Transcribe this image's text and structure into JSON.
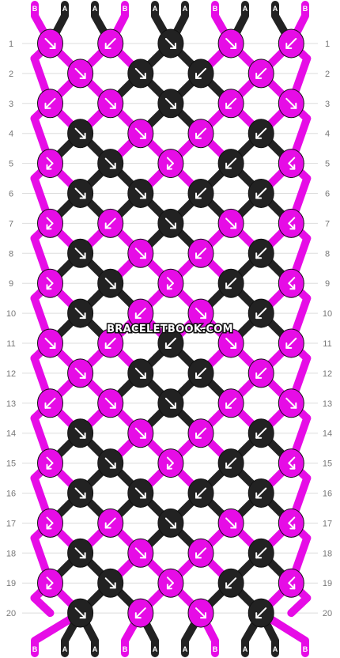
{
  "site": {
    "watermark": "BRACELETBOOK.COM"
  },
  "colors": {
    "A": "#222222",
    "B": "#e60ce6",
    "grid": "#dddddd",
    "arrow": "#ffffff"
  },
  "strings": {
    "top": [
      "B",
      "A",
      "A",
      "B",
      "A",
      "A",
      "B",
      "A",
      "A",
      "B"
    ],
    "bottom": [
      "B",
      "A",
      "A",
      "B",
      "A",
      "A",
      "B",
      "A",
      "A",
      "B"
    ]
  },
  "rows": [
    {
      "label": "1",
      "knots": [
        {
          "c": "B",
          "d": "r"
        },
        {
          "c": "B",
          "d": "l"
        },
        {
          "c": "A",
          "d": "r"
        },
        {
          "c": "B",
          "d": "r"
        },
        {
          "c": "B",
          "d": "l"
        }
      ]
    },
    {
      "label": "2",
      "knots": [
        {
          "c": "B",
          "d": "r"
        },
        {
          "c": "A",
          "d": "r"
        },
        {
          "c": "A",
          "d": "l"
        },
        {
          "c": "B",
          "d": "l"
        }
      ]
    },
    {
      "label": "3",
      "knots": [
        {
          "c": "B",
          "d": "l"
        },
        {
          "c": "B",
          "d": "r"
        },
        {
          "c": "A",
          "d": "r"
        },
        {
          "c": "B",
          "d": "l"
        },
        {
          "c": "B",
          "d": "r"
        }
      ]
    },
    {
      "label": "4",
      "knots": [
        {
          "c": "A",
          "d": "r"
        },
        {
          "c": "B",
          "d": "r"
        },
        {
          "c": "B",
          "d": "l"
        },
        {
          "c": "A",
          "d": "l"
        }
      ]
    },
    {
      "label": "5",
      "knots": [
        {
          "c": "B",
          "d": "rl"
        },
        {
          "c": "A",
          "d": "r"
        },
        {
          "c": "B",
          "d": "rl"
        },
        {
          "c": "A",
          "d": "l"
        },
        {
          "c": "B",
          "d": "lr"
        }
      ]
    },
    {
      "label": "6",
      "knots": [
        {
          "c": "A",
          "d": "r"
        },
        {
          "c": "A",
          "d": "r"
        },
        {
          "c": "A",
          "d": "l"
        },
        {
          "c": "A",
          "d": "l"
        }
      ]
    },
    {
      "label": "7",
      "knots": [
        {
          "c": "B",
          "d": "rl"
        },
        {
          "c": "B",
          "d": "l"
        },
        {
          "c": "A",
          "d": "r"
        },
        {
          "c": "B",
          "d": "r"
        },
        {
          "c": "B",
          "d": "lr"
        }
      ]
    },
    {
      "label": "8",
      "knots": [
        {
          "c": "A",
          "d": "r"
        },
        {
          "c": "B",
          "d": "r"
        },
        {
          "c": "B",
          "d": "l"
        },
        {
          "c": "A",
          "d": "l"
        }
      ]
    },
    {
      "label": "9",
      "knots": [
        {
          "c": "B",
          "d": "rl"
        },
        {
          "c": "A",
          "d": "r"
        },
        {
          "c": "B",
          "d": "rl"
        },
        {
          "c": "A",
          "d": "l"
        },
        {
          "c": "B",
          "d": "lr"
        }
      ]
    },
    {
      "label": "10",
      "knots": [
        {
          "c": "A",
          "d": "r"
        },
        {
          "c": "B",
          "d": "l"
        },
        {
          "c": "B",
          "d": "r"
        },
        {
          "c": "A",
          "d": "l"
        }
      ]
    },
    {
      "label": "11",
      "knots": [
        {
          "c": "B",
          "d": "r"
        },
        {
          "c": "B",
          "d": "l"
        },
        {
          "c": "A",
          "d": "l"
        },
        {
          "c": "B",
          "d": "r"
        },
        {
          "c": "B",
          "d": "l"
        }
      ]
    },
    {
      "label": "12",
      "knots": [
        {
          "c": "B",
          "d": "r"
        },
        {
          "c": "A",
          "d": "r"
        },
        {
          "c": "A",
          "d": "l"
        },
        {
          "c": "B",
          "d": "l"
        }
      ]
    },
    {
      "label": "13",
      "knots": [
        {
          "c": "B",
          "d": "l"
        },
        {
          "c": "B",
          "d": "r"
        },
        {
          "c": "A",
          "d": "r"
        },
        {
          "c": "B",
          "d": "l"
        },
        {
          "c": "B",
          "d": "r"
        }
      ]
    },
    {
      "label": "14",
      "knots": [
        {
          "c": "A",
          "d": "r"
        },
        {
          "c": "B",
          "d": "r"
        },
        {
          "c": "B",
          "d": "l"
        },
        {
          "c": "A",
          "d": "l"
        }
      ]
    },
    {
      "label": "15",
      "knots": [
        {
          "c": "B",
          "d": "rl"
        },
        {
          "c": "A",
          "d": "r"
        },
        {
          "c": "B",
          "d": "rl"
        },
        {
          "c": "A",
          "d": "l"
        },
        {
          "c": "B",
          "d": "lr"
        }
      ]
    },
    {
      "label": "16",
      "knots": [
        {
          "c": "A",
          "d": "r"
        },
        {
          "c": "A",
          "d": "r"
        },
        {
          "c": "A",
          "d": "l"
        },
        {
          "c": "A",
          "d": "l"
        }
      ]
    },
    {
      "label": "17",
      "knots": [
        {
          "c": "B",
          "d": "rl"
        },
        {
          "c": "B",
          "d": "l"
        },
        {
          "c": "A",
          "d": "r"
        },
        {
          "c": "B",
          "d": "r"
        },
        {
          "c": "B",
          "d": "lr"
        }
      ]
    },
    {
      "label": "18",
      "knots": [
        {
          "c": "A",
          "d": "r"
        },
        {
          "c": "B",
          "d": "r"
        },
        {
          "c": "B",
          "d": "l"
        },
        {
          "c": "A",
          "d": "l"
        }
      ]
    },
    {
      "label": "19",
      "knots": [
        {
          "c": "B",
          "d": "rl"
        },
        {
          "c": "A",
          "d": "r"
        },
        {
          "c": "B",
          "d": "rl"
        },
        {
          "c": "A",
          "d": "l"
        },
        {
          "c": "B",
          "d": "lr"
        }
      ]
    },
    {
      "label": "20",
      "knots": [
        {
          "c": "A",
          "d": "r"
        },
        {
          "c": "B",
          "d": "l"
        },
        {
          "c": "B",
          "d": "r"
        },
        {
          "c": "A",
          "d": "l"
        }
      ]
    }
  ]
}
